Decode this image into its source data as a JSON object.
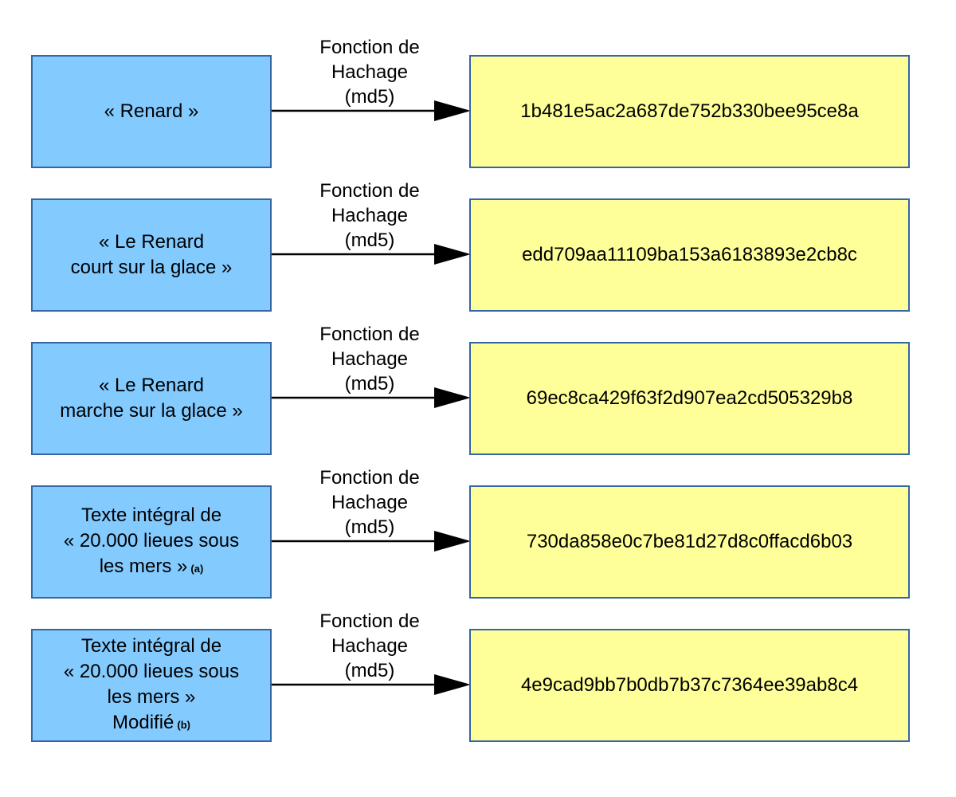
{
  "rows": [
    {
      "input_lines": [
        "« Renard »"
      ],
      "input_note": "",
      "function_lines": [
        "Fonction de",
        "Hachage",
        "(md5)"
      ],
      "hash": "1b481e5ac2a687de752b330bee95ce8a"
    },
    {
      "input_lines": [
        "« Le Renard",
        "court sur la glace »"
      ],
      "input_note": "",
      "function_lines": [
        "Fonction de",
        "Hachage",
        "(md5)"
      ],
      "hash": "edd709aa11109ba153a6183893e2cb8c"
    },
    {
      "input_lines": [
        "« Le Renard",
        "marche sur la glace »"
      ],
      "input_note": "",
      "function_lines": [
        "Fonction de",
        "Hachage",
        "(md5)"
      ],
      "hash": "69ec8ca429f63f2d907ea2cd505329b8"
    },
    {
      "input_lines": [
        "Texte intégral de",
        "« 20.000 lieues sous",
        "les mers »"
      ],
      "input_note": "(a)",
      "function_lines": [
        "Fonction de",
        "Hachage",
        "(md5)"
      ],
      "hash": "730da858e0c7be81d27d8c0ffacd6b03"
    },
    {
      "input_lines": [
        "Texte intégral de",
        "« 20.000 lieues sous",
        "les mers »",
        "Modifié"
      ],
      "input_note": "(b)",
      "function_lines": [
        "Fonction de",
        "Hachage",
        "(md5)"
      ],
      "hash": "4e9cad9bb7b0db7b37c7364ee39ab8c4"
    }
  ],
  "colors": {
    "input_fill": "#83caff",
    "hash_fill": "#ffff99",
    "border": "#3465a4",
    "arrow": "#000000"
  }
}
